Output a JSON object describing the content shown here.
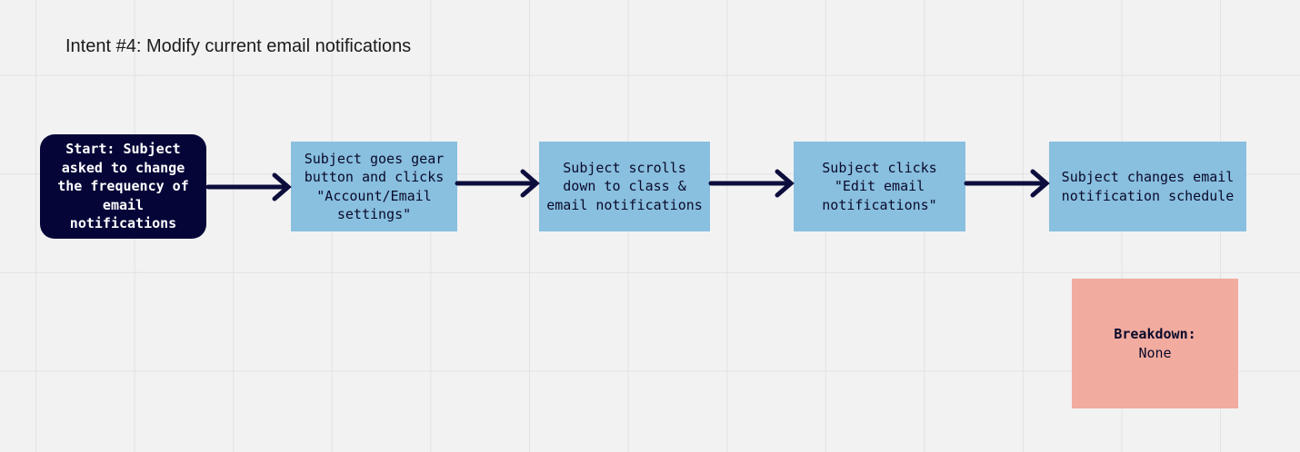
{
  "title": "Intent #4: Modify current email notifications",
  "start": {
    "lines": [
      "Start: Subject",
      "asked to change",
      "the frequency of",
      "email",
      "notifications"
    ]
  },
  "steps": [
    {
      "lines": [
        "Subject goes gear",
        "button and clicks",
        "\"Account/Email",
        "settings\""
      ]
    },
    {
      "lines": [
        "Subject scrolls",
        "down to class &",
        "email notifications"
      ]
    },
    {
      "lines": [
        "Subject clicks",
        "\"Edit email",
        "notifications\""
      ]
    },
    {
      "lines": [
        "Subject changes email",
        "notification schedule"
      ]
    }
  ],
  "breakdown": {
    "label": "Breakdown:",
    "value": "None"
  },
  "colors": {
    "start_fill": "#050538",
    "step_fill": "#89bfdf",
    "breakdown_fill": "#f2ab9f",
    "arrow": "#0d0d3d"
  }
}
